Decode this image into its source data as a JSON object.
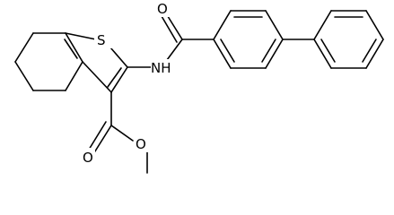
{
  "molecule": {
    "atom_labels": {
      "sulfur": "S",
      "amide_n": "NH",
      "amide_o": "O",
      "ester_o_double": "O",
      "ester_o_single": "O"
    },
    "colors": {
      "bond": "#000000",
      "label": "#000000",
      "background": "#ffffff"
    }
  }
}
